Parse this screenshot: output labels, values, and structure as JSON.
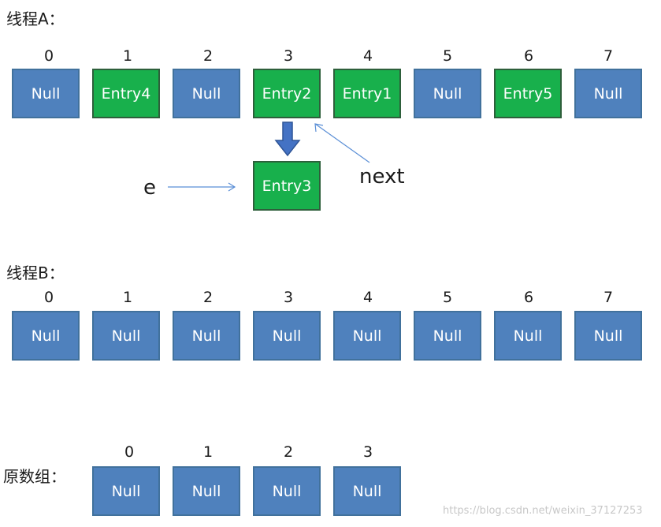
{
  "threadA": {
    "title": "线程A：",
    "indices": [
      "0",
      "1",
      "2",
      "3",
      "4",
      "5",
      "6",
      "7"
    ],
    "cells": [
      "Null",
      "Entry4",
      "Null",
      "Entry2",
      "Entry1",
      "Null",
      "Entry5",
      "Null"
    ],
    "chain_entry": "Entry3",
    "label_e": "e",
    "label_next": "next"
  },
  "threadB": {
    "title": "线程B：",
    "indices": [
      "0",
      "1",
      "2",
      "3",
      "4",
      "5",
      "6",
      "7"
    ],
    "cells": [
      "Null",
      "Null",
      "Null",
      "Null",
      "Null",
      "Null",
      "Null",
      "Null"
    ]
  },
  "original": {
    "title": "原数组：",
    "indices": [
      "0",
      "1",
      "2",
      "3"
    ],
    "cells": [
      "Null",
      "Null",
      "Null",
      "Null"
    ]
  },
  "colors": {
    "null_fill": "#4f81bd",
    "entry_fill": "#18b04c"
  },
  "watermark": "https://blog.csdn.net/weixin_37127253"
}
